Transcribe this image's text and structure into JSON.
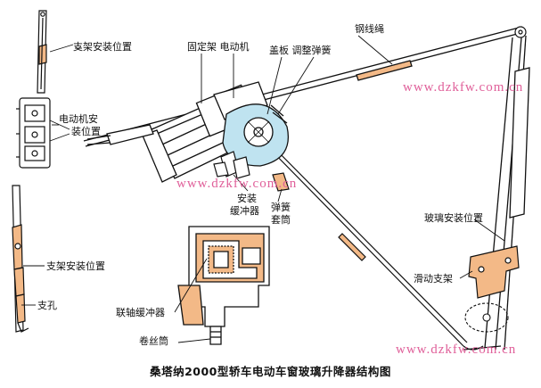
{
  "title": "桑塔纳2000型轿车电动车窗玻璃升降器结构图",
  "labels": {
    "bracket_top": "支架安装位置",
    "motor_mount_line1": "电动机安",
    "motor_mount_line2": "装位置",
    "fixed_bracket_motor": "固定架  电动机",
    "cover_spring": "盖板  调整弹簧",
    "cable": "钢线绳",
    "bumper_line1": "安装",
    "bumper_line2": "缓冲器",
    "spring_sleeve_line1": "弹簧",
    "spring_sleeve_line2": "套筒",
    "glass_mount": "玻璃安装位置",
    "slide_bracket": "滑动支架",
    "bracket_bottom": "支架安装位置",
    "hole": "支孔",
    "coupling_bumper": "联轴缓冲器",
    "drum": "卷丝筒"
  },
  "watermark": "www.dzkfw.com.cn",
  "colors": {
    "line": "#111111",
    "accent": "#f3b987",
    "watermark": "#e0609a",
    "cover": "#bfe3f0"
  }
}
